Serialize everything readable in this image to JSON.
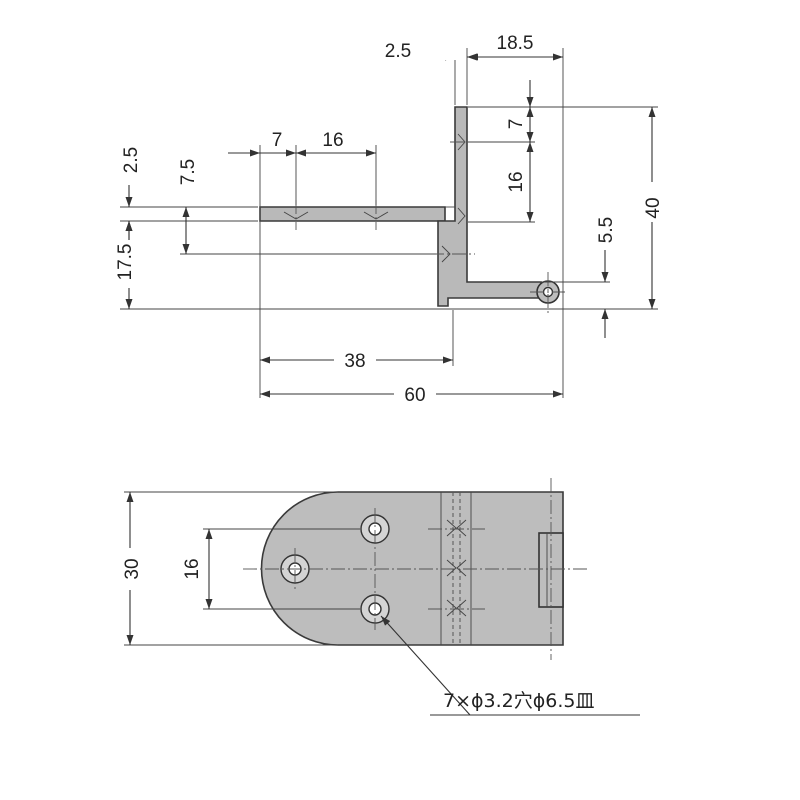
{
  "dimensions": {
    "top_thickness": "2.5",
    "top_depth": "18.5",
    "top_hole_offset": "7",
    "top_hole_pitch": "16",
    "right_height": "40",
    "pivot_height": "5.5",
    "left_hole_offset": "7",
    "left_hole_pitch": "16",
    "side_thickness": "2.5",
    "side_hole_height": "7.5",
    "side_height": "17.5",
    "leaf_length": "38",
    "overall_length": "60",
    "plate_width": "30",
    "plate_hole_pitch": "16"
  },
  "hole_note": "7×ϕ3.2穴ϕ6.5皿"
}
